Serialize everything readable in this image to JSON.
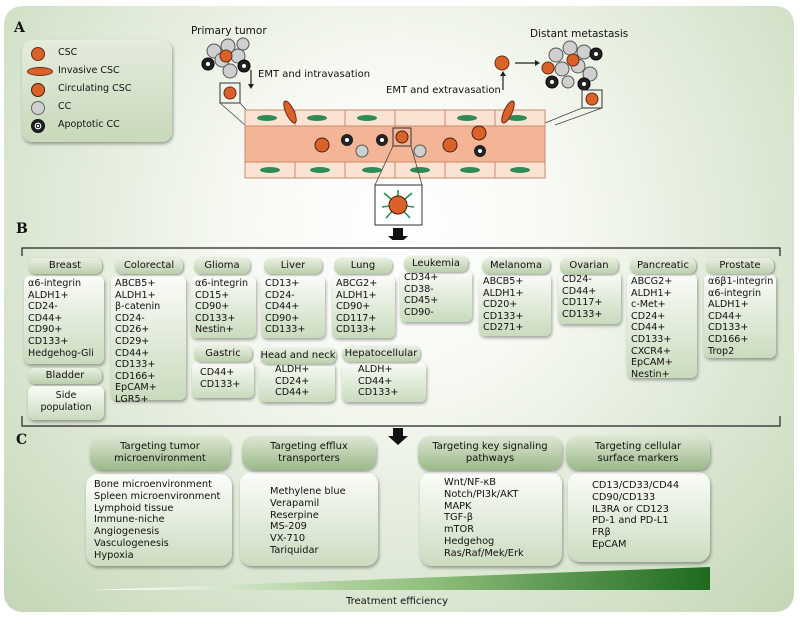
{
  "section_a": {
    "label": "A",
    "primary_tumor": "Primary tumor",
    "distant_metastasis": "Distant metastasis",
    "emt_intravasation": "EMT and intravasation",
    "emt_extravasation": "EMT and extravasation",
    "legend": [
      {
        "label": "CSC",
        "icon": "csc-icon"
      },
      {
        "label": "Invasive CSC",
        "icon": "invasive-csc-icon"
      },
      {
        "label": "Circulating CSC",
        "icon": "circulating-csc-icon"
      },
      {
        "label": "CC",
        "icon": "cc-icon"
      },
      {
        "label": "Apoptotic CC",
        "icon": "apoptotic-cc-icon"
      }
    ],
    "colors": {
      "csc": "#d9622b",
      "cc": "#c8c8c8",
      "vessel": "#f2b89a",
      "endothelial": "#2e8b57"
    }
  },
  "section_b": {
    "label": "B",
    "cancers": [
      {
        "name": "Breast",
        "markers": [
          "α6-integrin",
          "ALDH1+",
          "CD24-",
          "CD44+",
          "CD90+",
          "CD133+",
          "Hedgehog-Gli"
        ]
      },
      {
        "name": "Colorectal",
        "markers": [
          "ABCB5+",
          "ALDH1+",
          "β-catenin",
          "CD24-",
          "CD26+",
          "CD29+",
          "CD44+",
          "CD133+",
          "CD166+",
          "EpCAM+",
          "LGR5+"
        ]
      },
      {
        "name": "Glioma",
        "markers": [
          "α6-integrin",
          "CD15+",
          "CD90+",
          "CD133+",
          "Nestin+"
        ]
      },
      {
        "name": "Liver",
        "markers": [
          "CD13+",
          "CD24-",
          "CD44+",
          "CD90+",
          "CD133+"
        ]
      },
      {
        "name": "Lung",
        "markers": [
          "ABCG2+",
          "ALDH1+",
          "CD90+",
          "CD117+",
          "CD133+"
        ]
      },
      {
        "name": "Leukemia",
        "markers": [
          "CD34+",
          "CD38-",
          "CD45+",
          "CD90-"
        ]
      },
      {
        "name": "Melanoma",
        "markers": [
          "ABCB5+",
          "ALDH1+",
          "CD20+",
          "CD133+",
          "CD271+"
        ]
      },
      {
        "name": "Ovarian",
        "markers": [
          "CD24-",
          "CD44+",
          "CD117+",
          "CD133+"
        ]
      },
      {
        "name": "Pancreatic",
        "markers": [
          "ABCG2+",
          "ALDH1+",
          "c-Met+",
          "CD24+",
          "CD44+",
          "CD133+",
          "CXCR4+",
          "EpCAM+",
          "Nestin+"
        ]
      },
      {
        "name": "Prostate",
        "markers": [
          "α6β1-integrin",
          "α6-integrin",
          "ALDH1+",
          "CD44+",
          "CD133+",
          "CD166+",
          "Trop2"
        ]
      },
      {
        "name": "Bladder",
        "markers": [
          "Side",
          "population"
        ]
      },
      {
        "name": "Gastric",
        "markers": [
          "CD44+",
          "CD133+"
        ]
      },
      {
        "name": "Head and neck",
        "markers": [
          "ALDH+",
          "CD24+",
          "CD44+"
        ]
      },
      {
        "name": "Hepatocellular",
        "markers": [
          "ALDH+",
          "CD44+",
          "CD133+"
        ]
      }
    ]
  },
  "section_c": {
    "label": "C",
    "targets": [
      {
        "title": "Targeting tumor microenvironment",
        "items": [
          "Bone microenvironment",
          "Spleen microenvironment",
          "Lymphoid tissue",
          "Immune-niche",
          "Angiogenesis",
          "Vasculogenesis",
          "Hypoxia"
        ]
      },
      {
        "title": "Targeting efflux transporters",
        "items": [
          "Methylene blue",
          "Verapamil",
          "Reserpine",
          "MS-209",
          "VX-710",
          "Tariquidar"
        ]
      },
      {
        "title": "Targeting key signaling pathways",
        "items": [
          "Wnt/NF-κB",
          "Notch/PI3k/AKT",
          "MAPK",
          "TGF-β",
          "mTOR",
          "Hedgehog",
          "Ras/Raf/Mek/Erk"
        ]
      },
      {
        "title": "Targeting cellular surface markers",
        "items": [
          "CD13/CD33/CD44",
          "CD90/CD133",
          "IL3RA or CD123",
          "PD-1 and PD-L1",
          "FRβ",
          "EpCAM"
        ]
      }
    ],
    "treatment_efficiency": "Treatment efficiency"
  }
}
